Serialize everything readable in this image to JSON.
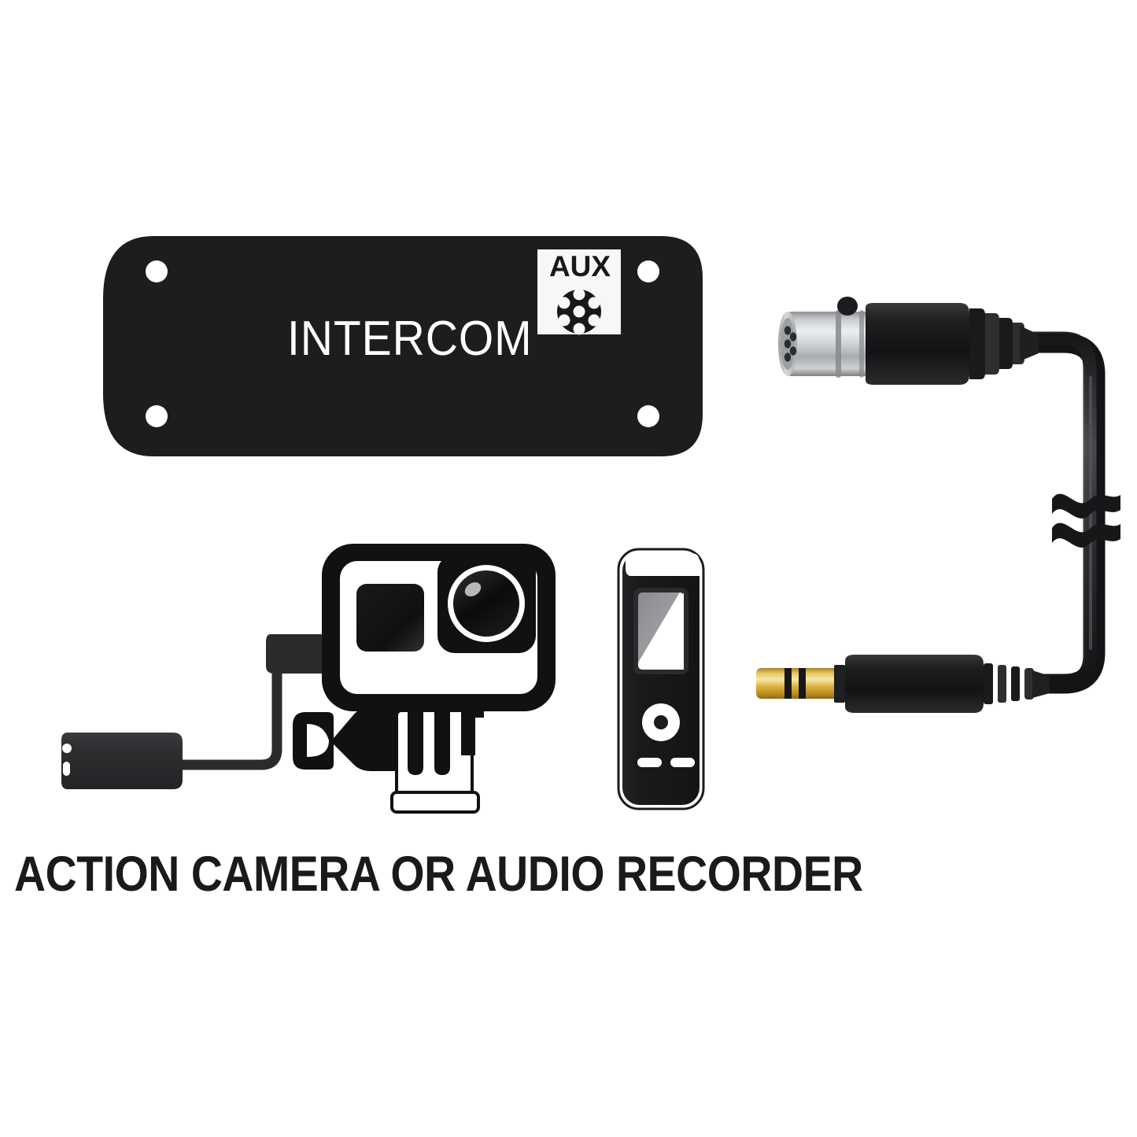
{
  "diagram": {
    "title": "Intercom AUX port to action camera or audio recorder cable diagram",
    "background_color": "#ffffff",
    "caption": "ACTION CAMERA OR AUDIO RECORDER"
  },
  "intercom_panel": {
    "label": "INTERCOM",
    "body_color": "#1d1d1d",
    "label_color": "#ffffff",
    "mounting_holes": 4,
    "hole_color": "#ffffff",
    "aux_badge": {
      "label": "AUX",
      "badge_color": "#f7f7f7",
      "text_color": "#17181a",
      "connector_icon": "multi-pin-round-connector-icon",
      "pin_count": 6
    }
  },
  "cable": {
    "color": "#2b2b2d",
    "highlight_color": "#4a4a4d",
    "break_marks": 2,
    "break_mark_label": "cable-break-mark"
  },
  "multipin_connector": {
    "name": "multi-pin locking connector",
    "metal_color": "#b9bcbf",
    "metal_highlight": "#e6e8ea",
    "body_color": "#1c1c1e",
    "pin_holes": 5,
    "has_alignment_key": true
  },
  "trs_plug": {
    "name": "3.5 mm TRS plug",
    "tip_color": "#e0b23c",
    "tip_highlight": "#f4d87c",
    "ring_color": "#1c1c1e",
    "body_color": "#2b2b2d",
    "ring_count": 2
  },
  "action_camera": {
    "name": "action camera",
    "frame_color": "#111111",
    "body_color": "#ffffff",
    "screen_color": "#111111",
    "lens_ring_color": "#ffffff",
    "lens_color": "#0d0d0d",
    "lens_highlight_color": "#b3b3b3",
    "mount": {
      "name": "tripod quick-release mount",
      "prong_color": "#111111",
      "base_color": "#ffffff"
    },
    "side_adapter": {
      "name": "mic adapter tab",
      "color": "#2b2b2d"
    }
  },
  "mic_adapter": {
    "name": "external microphone adapter",
    "body_color": "#2f2f31",
    "port_color": "#ffffff",
    "port_count": 2
  },
  "audio_recorder": {
    "name": "handheld audio recorder",
    "body_color": "#1c1c1e",
    "top_cap_color": "#ffffff",
    "screen_gray": "#8d8e92",
    "screen_white": "#ffffff",
    "button_color": "#ffffff",
    "button_center_color": "#1c1c1e",
    "pill_button_count": 2
  }
}
